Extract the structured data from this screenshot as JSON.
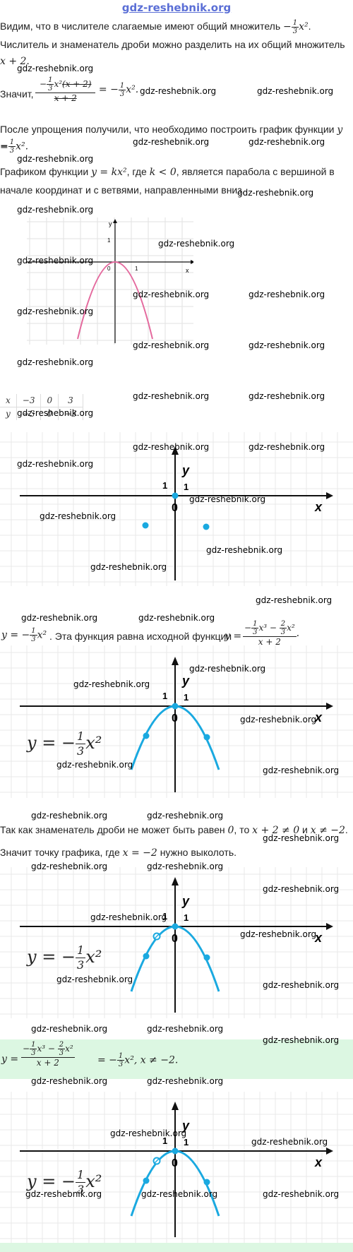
{
  "site_title": "gdz-reshebnik.org",
  "watermark": "gdz-reshebnik.org",
  "p1": {
    "a": "Видим, что в числителе слагаемые имеют общий множитель",
    "factor": "−",
    "b": "Числитель и знаменатель дроби можно разделить на их общий множитель",
    "c": "x + 2."
  },
  "p2": {
    "lead": "Значит,"
  },
  "p3": {
    "a": "После упрощения получили, что необходимо построить график функции",
    "b": "y ="
  },
  "p4": {
    "a": "Графиком функции",
    "b": ", где",
    "c": ", является парабола с вершиной в",
    "d": "начале координат и с ветвями, направленными вниз."
  },
  "graph1": {
    "y": "y",
    "x": "x",
    "zero": "0",
    "one_x": "1",
    "one_y": "1"
  },
  "value_table": {
    "rows": [
      {
        "label": "x",
        "values": [
          "−3",
          "0",
          "3"
        ]
      },
      {
        "label": "y",
        "values": [
          "−3",
          "0",
          "−3"
        ]
      }
    ]
  },
  "graph2": {
    "y": "y",
    "x": "x",
    "zero": "0",
    "one_a": "1",
    "one_b": "1"
  },
  "p5": {
    "a": ". Эта функция равна исходной функции",
    "b": "y ="
  },
  "graph3": {
    "y": "y",
    "x": "x",
    "zero": "0",
    "one_a": "1",
    "one_b": "1",
    "formula_lhs": "y = −"
  },
  "p6": {
    "a": "Так как знаменатель дроби не может быть равен",
    "b": ", то",
    "c": "и",
    "d": "Значит точку графика, где",
    "e": "нужно выколоть."
  },
  "graph4": {
    "y": "y",
    "x": "x",
    "zero": "0",
    "one_a": "1",
    "one_b": "1",
    "formula_lhs": "y = −"
  },
  "answer": {
    "tail": ", x ≠ −2."
  },
  "graph5": {
    "y": "y",
    "x": "x",
    "zero": "0",
    "one_a": "1",
    "one_b": "1",
    "formula_lhs": "y = −"
  },
  "colors": {
    "parabola_pink": "#e46a9e",
    "parabola_blue": "#1aa9e0",
    "answer_bg": "#dcf7e2",
    "site_link": "#5b6fd6"
  }
}
